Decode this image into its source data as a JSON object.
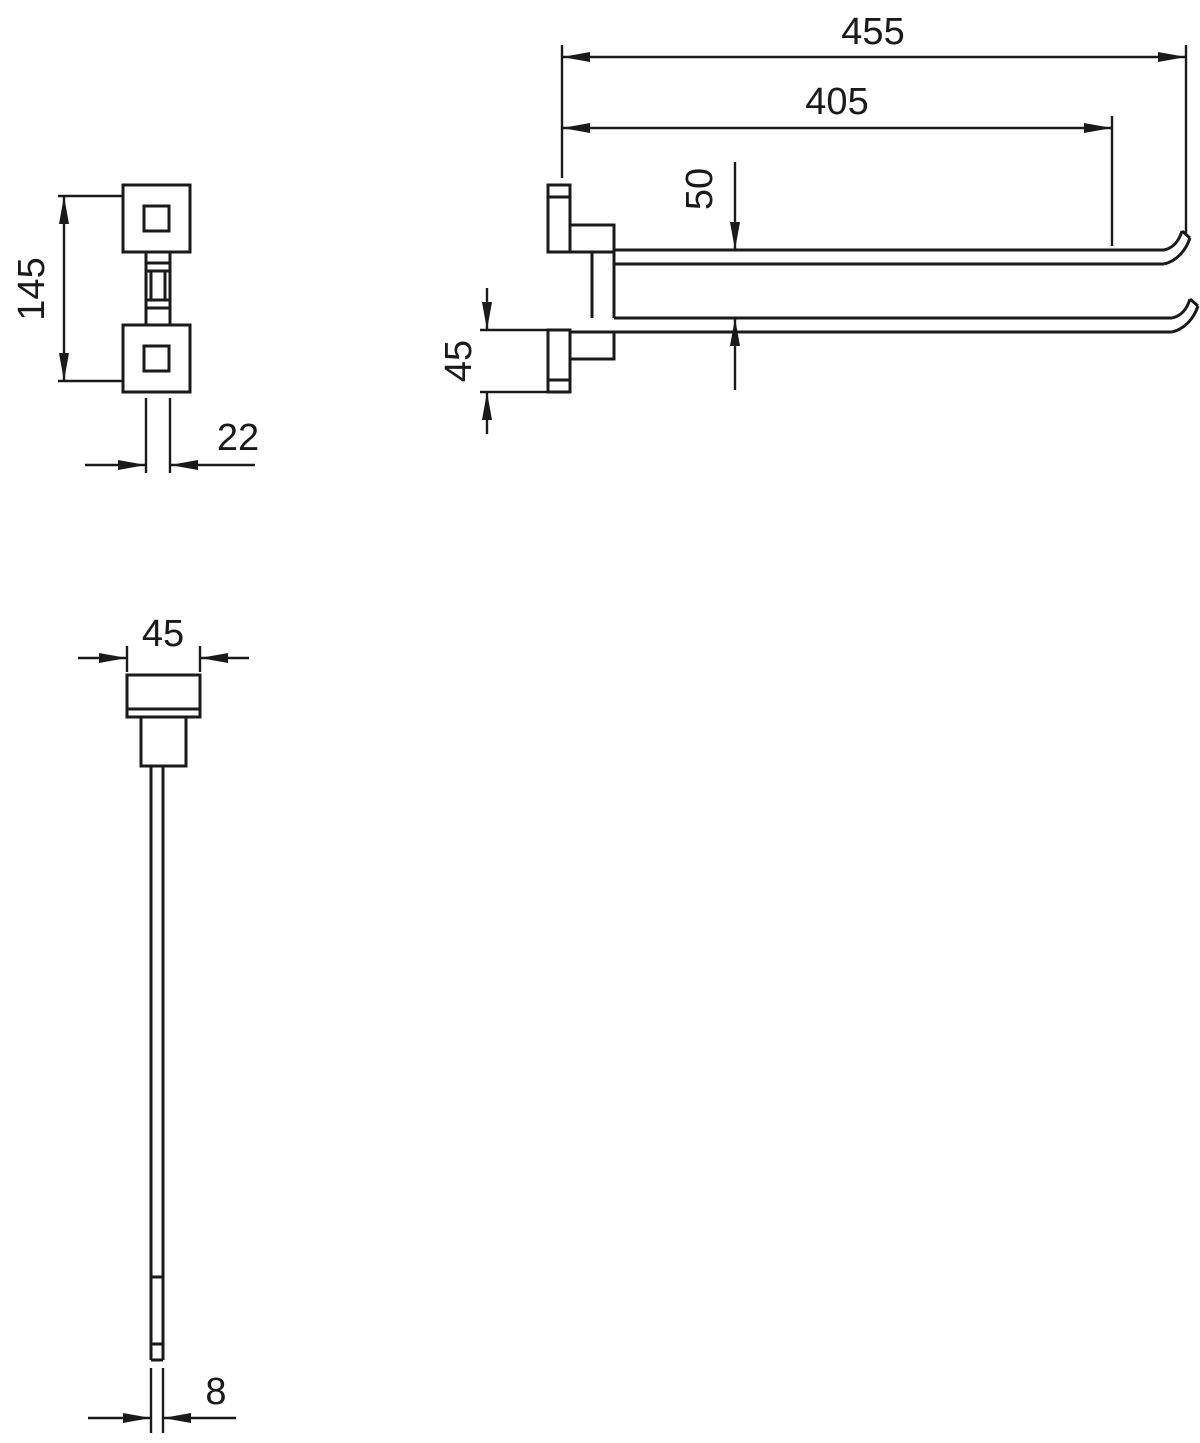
{
  "drawing": {
    "background_color": "#ffffff",
    "ink_color": "#1a1a1a",
    "front_view": {
      "bracket_height": "145",
      "rod_width": "22"
    },
    "side_view": {
      "overall_length": "455",
      "arm_length": "405",
      "arm_spacing": "50",
      "plate_height": "45"
    },
    "bottom_view": {
      "plate_width": "45",
      "bar_thickness": "8"
    }
  }
}
